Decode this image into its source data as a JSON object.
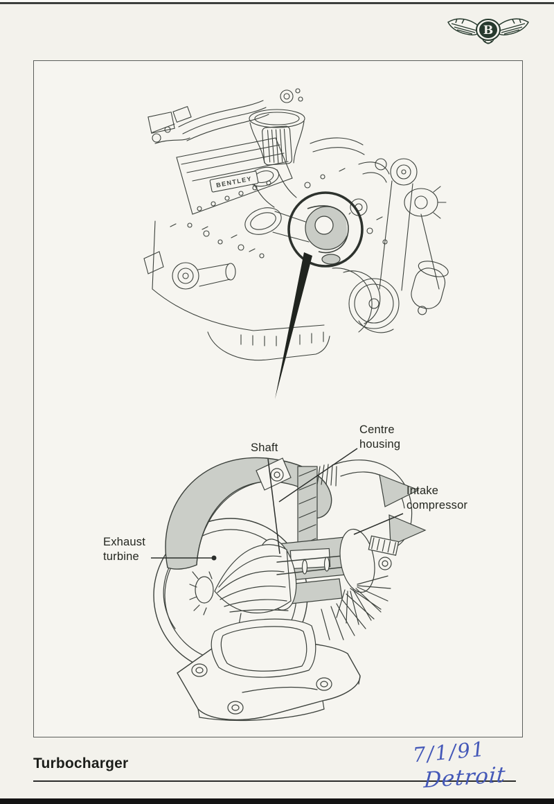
{
  "photo": {
    "background_color": "#f3f2ec",
    "top_edge_color": "#3c3f3c",
    "bottom_edge_color": "#131313"
  },
  "logo": {
    "name": "bentley-winged-b",
    "letter": "B",
    "color": "#273a2e"
  },
  "engine_figure": {
    "badge_text": "BENTLEY",
    "ink_color": "#3b403b",
    "shade_color": "#c9ccc6",
    "highlight_ring_color": "#2d322d"
  },
  "turbo_figure": {
    "labels": {
      "shaft": "Shaft",
      "centre_housing": "Centre\nhousing",
      "intake_compressor": "Intake\ncompressor",
      "exhaust_turbine": "Exhaust\nturbine"
    },
    "shade_color": "#cbcec8"
  },
  "footer": {
    "title": "Turbocharger",
    "handwriting_line1": "7/1/91",
    "handwriting_line2": "Detroit",
    "handwriting_color": "#4458b8"
  }
}
